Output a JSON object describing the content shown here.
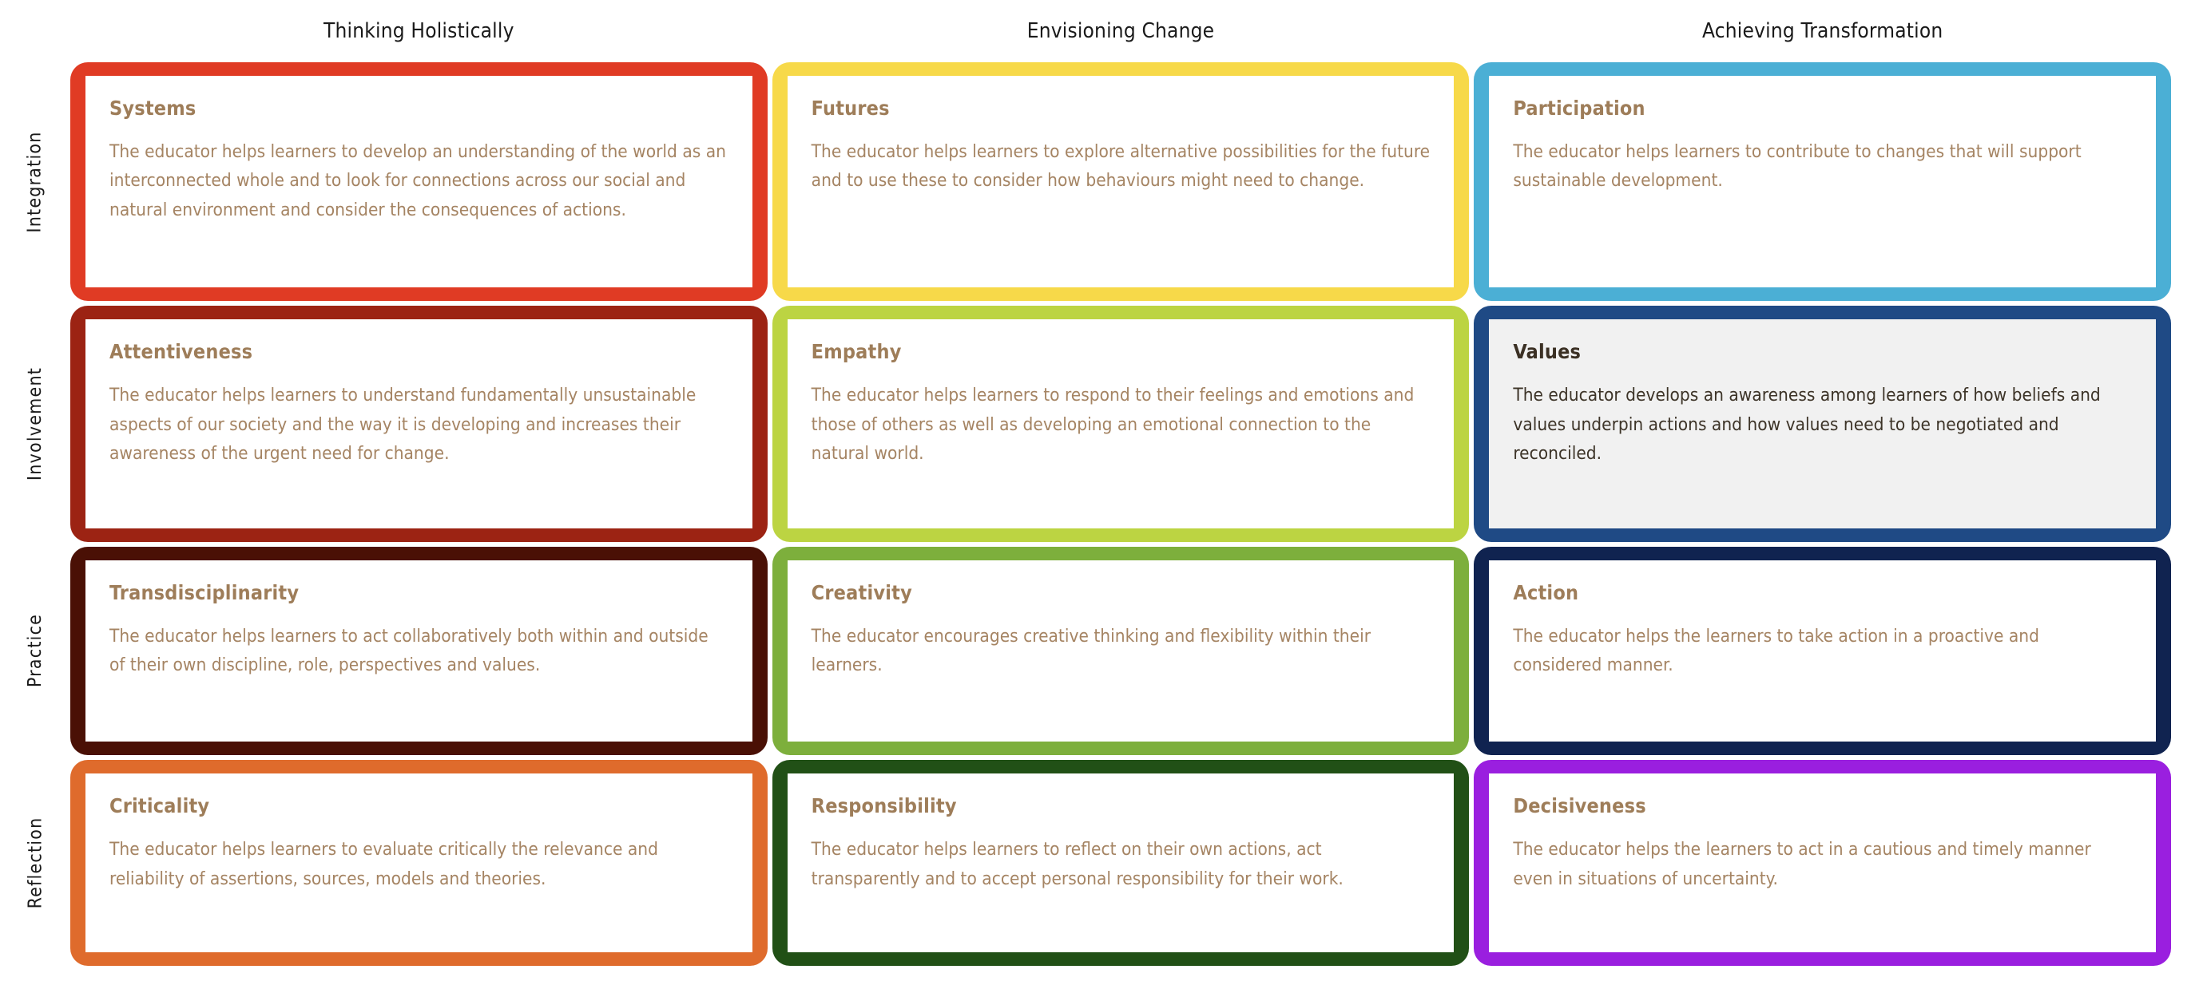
{
  "columns": [
    {
      "label": "Thinking Holistically"
    },
    {
      "label": "Envisioning Change"
    },
    {
      "label": "Achieving Transformation"
    }
  ],
  "rows": [
    {
      "label": "Integration"
    },
    {
      "label": "Involvement"
    },
    {
      "label": "Practice"
    },
    {
      "label": "Reflection"
    }
  ],
  "colors": {
    "integration_thinking": "#e03b24",
    "integration_envisioning": "#f7d949",
    "integration_achieving": "#4bafd5",
    "involvement_thinking": "#9c2313",
    "involvement_envisioning": "#bcd442",
    "involvement_achieving": "#1f4a85",
    "practice_thinking": "#4a1005",
    "practice_envisioning": "#7daf3c",
    "practice_achieving": "#102350",
    "reflection_thinking": "#df6b2c",
    "reflection_envisioning": "#215016",
    "reflection_achieving": "#9a1fdf",
    "card_background": "#ffffff",
    "card_background_alt": "#f1f1f1",
    "title_text": "#9e7d59",
    "body_text": "#a58463",
    "title_text_alt": "#3b3024",
    "body_text_alt": "#3d3428",
    "header_text": "#1a1a1a"
  },
  "cells": {
    "integration": {
      "thinking": {
        "title": "Systems",
        "description": "The educator helps learners to develop an understanding of the world as an interconnected whole and to look for connections across our social and natural environment and consider the consequences of actions."
      },
      "envisioning": {
        "title": "Futures",
        "description": "The educator helps learners to explore alternative possibilities for the future and to use these to consider how behaviours might need to change."
      },
      "achieving": {
        "title": "Participation",
        "description": "The educator helps learners to contribute to changes that will support sustainable development."
      }
    },
    "involvement": {
      "thinking": {
        "title": "Attentiveness",
        "description": "The educator helps learners to understand fundamentally unsustainable aspects of our society and the way it is developing and increases their awareness of the urgent need for change."
      },
      "envisioning": {
        "title": "Empathy",
        "description": "The educator helps learners to respond to their feelings and emotions and those of others as well as developing an emotional connection to the natural world."
      },
      "achieving": {
        "title": "Values",
        "description": "The educator develops an awareness among learners of how beliefs and values underpin actions and how values need to be negotiated and reconciled."
      }
    },
    "practice": {
      "thinking": {
        "title": "Transdisciplinarity",
        "description": "The educator helps learners to act collaboratively both within and outside of their own discipline, role, perspectives and values."
      },
      "envisioning": {
        "title": "Creativity",
        "description": "The educator encourages creative thinking and flexibility within their learners."
      },
      "achieving": {
        "title": "Action",
        "description": "The educator helps the learners to take action in a proactive and considered manner."
      }
    },
    "reflection": {
      "thinking": {
        "title": "Criticality",
        "description": "The educator helps learners to evaluate critically the relevance and reliability of assertions, sources, models and theories."
      },
      "envisioning": {
        "title": "Responsibility",
        "description": "The educator helps learners to reflect on their own actions, act transparently and to accept personal responsibility for their work."
      },
      "achieving": {
        "title": "Decisiveness",
        "description": "The educator helps the learners to act in a cautious and timely manner even in situations of uncertainty."
      }
    }
  }
}
